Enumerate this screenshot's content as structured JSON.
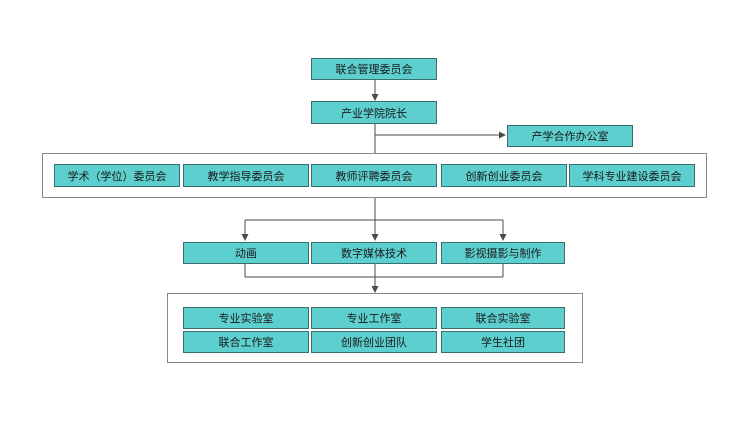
{
  "nodes": {
    "committee": "联合管理委员会",
    "dean": "产业学院院长",
    "office": "产学合作办公室",
    "row1": [
      "学术（学位）委员会",
      "教学指导委员会",
      "教师评聘委员会",
      "创新创业委员会",
      "学科专业建设委员会"
    ],
    "majors": [
      "动画",
      "数字媒体技术",
      "影视摄影与制作"
    ],
    "row3a": [
      "专业实验室",
      "专业工作室",
      "联合实验室"
    ],
    "row3b": [
      "联合工作室",
      "创新创业团队",
      "学生社团"
    ]
  },
  "colors": {
    "box": "#5ecfcf",
    "box_border": "#3a6f6f",
    "line": "#4a4a4a",
    "group_border": "#8a8a8a"
  }
}
